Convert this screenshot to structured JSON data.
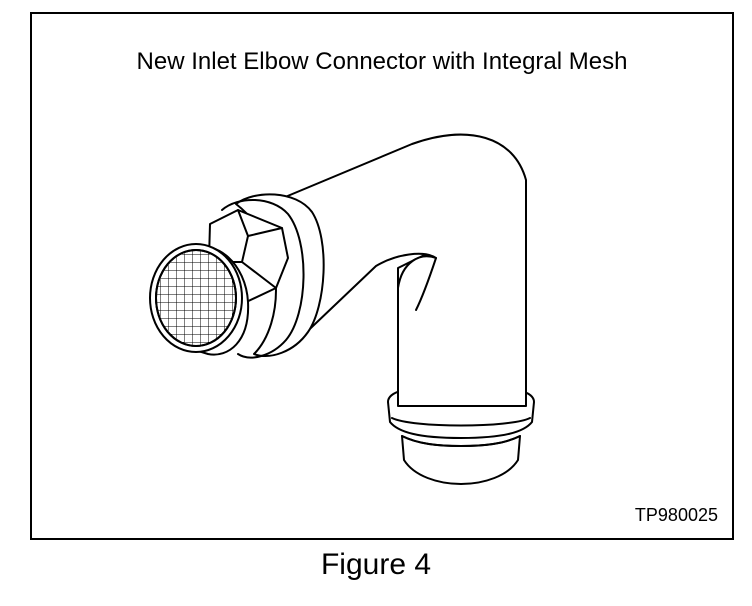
{
  "figure": {
    "title": "New Inlet Elbow Connector with Integral Mesh",
    "reference_code": "TP980025",
    "caption": "Figure 4"
  },
  "illustration": {
    "subject": "inlet-elbow-connector-icon",
    "components": [
      "mesh-screen",
      "hex-nut",
      "flange",
      "elbow-pipe",
      "outlet-collar"
    ]
  }
}
